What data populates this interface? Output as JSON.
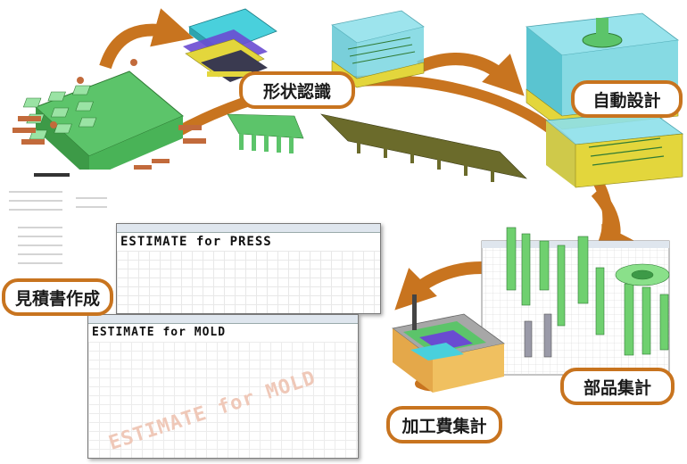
{
  "labels": {
    "shape_recognition": "形状認識",
    "auto_design": "自動設計",
    "parts_tally": "部品集計",
    "machining_cost_tally": "加工費集計",
    "quotation_creation": "見積書作成"
  },
  "windows": {
    "press_title": "ESTIMATE for PRESS",
    "mold_title": "ESTIMATE for MOLD"
  },
  "colors": {
    "arrow": "#c8741f",
    "label_border": "#c8741f",
    "model_green": "#5cc46a",
    "model_cyan": "#49d0dc",
    "model_yellow": "#e3d63c",
    "model_purple": "#6a4bd1"
  }
}
